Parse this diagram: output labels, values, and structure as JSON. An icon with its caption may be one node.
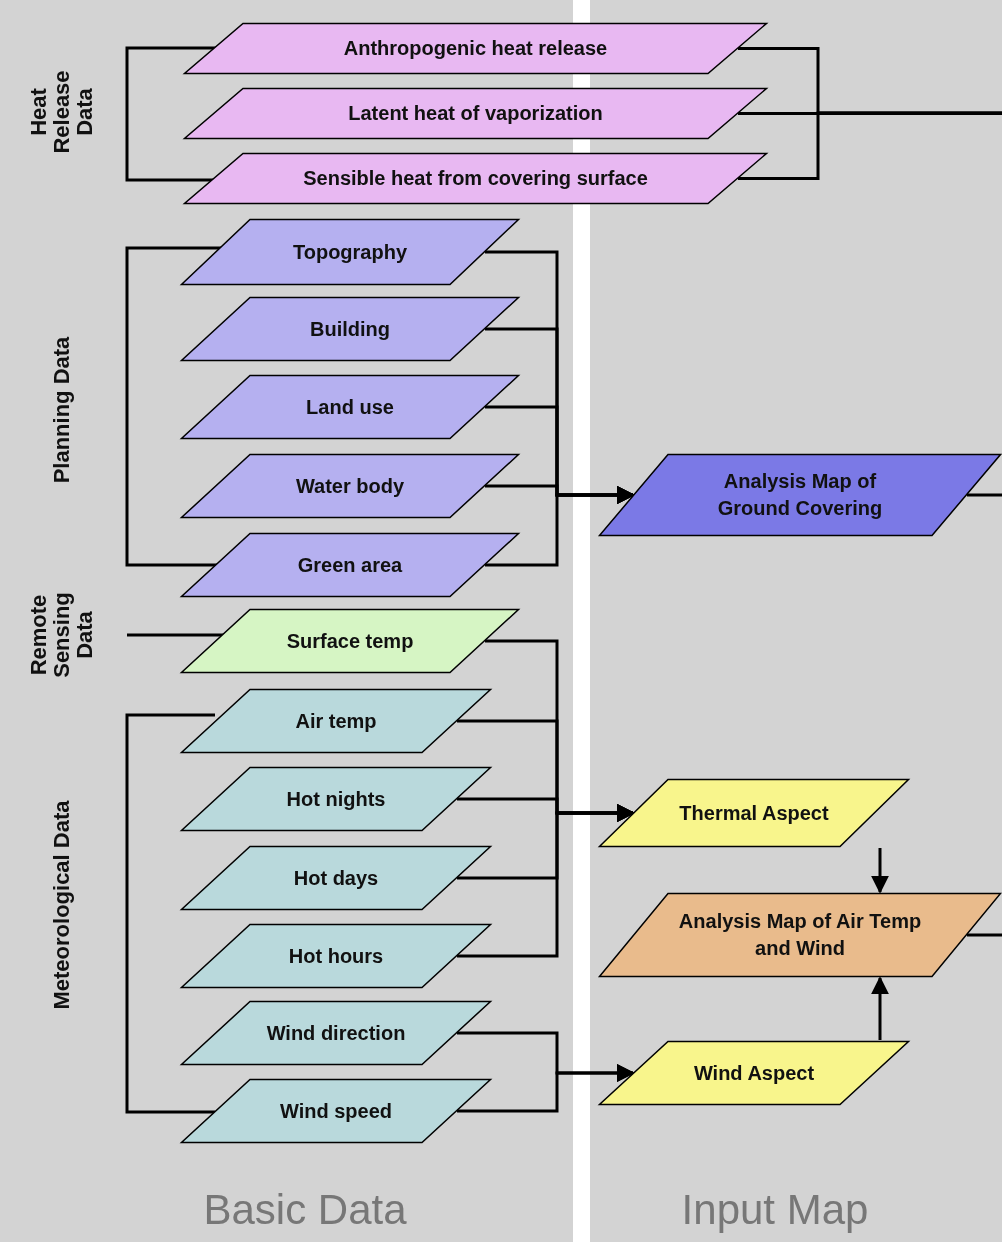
{
  "diagram": {
    "nodes": [
      {
        "text": [
          "Anthropogenic heat release"
        ]
      },
      {
        "text": [
          "Latent heat of vaporization"
        ]
      },
      {
        "text": [
          "Sensible heat from covering surface"
        ]
      },
      {
        "text": [
          "Topography"
        ]
      },
      {
        "text": [
          "Building"
        ]
      },
      {
        "text": [
          "Land use"
        ]
      },
      {
        "text": [
          "Water body"
        ]
      },
      {
        "text": [
          "Green area"
        ]
      },
      {
        "text": [
          "Surface temp"
        ]
      },
      {
        "text": [
          "Air temp"
        ]
      },
      {
        "text": [
          "Hot nights"
        ]
      },
      {
        "text": [
          "Hot days"
        ]
      },
      {
        "text": [
          "Hot hours"
        ]
      },
      {
        "text": [
          "Wind direction"
        ]
      },
      {
        "text": [
          "Wind speed"
        ]
      },
      {
        "text": [
          "Analysis Map of Ground Covering"
        ]
      },
      {
        "text": [
          "Thermal Aspect"
        ]
      },
      {
        "text": [
          "Analysis Map of Air Temp and Wind"
        ]
      },
      {
        "text": [
          "Wind Aspect"
        ]
      }
    ],
    "edges": [
      {
        "from": 0,
        "to": null,
        "arrow": "none"
      },
      {
        "from": 1,
        "to": null,
        "arrow": "none"
      },
      {
        "from": 2,
        "to": null,
        "arrow": "none"
      },
      {
        "from": 3,
        "to": 15,
        "arrow": "to"
      },
      {
        "from": 4,
        "to": 15,
        "arrow": "to"
      },
      {
        "from": 5,
        "to": 15,
        "arrow": "to"
      },
      {
        "from": 6,
        "to": 15,
        "arrow": "to"
      },
      {
        "from": 7,
        "to": 15,
        "arrow": "to"
      },
      {
        "from": 8,
        "to": 16,
        "arrow": "to"
      },
      {
        "from": 9,
        "to": 16,
        "arrow": "to"
      },
      {
        "from": 10,
        "to": 16,
        "arrow": "to"
      },
      {
        "from": 11,
        "to": 16,
        "arrow": "to"
      },
      {
        "from": 12,
        "to": 16,
        "arrow": "to"
      },
      {
        "from": 13,
        "to": 18,
        "arrow": "to"
      },
      {
        "from": 14,
        "to": 18,
        "arrow": "to"
      },
      {
        "from": 15,
        "to": null,
        "arrow": "none"
      },
      {
        "from": 16,
        "to": 17,
        "arrow": "to"
      },
      {
        "from": 18,
        "to": 17,
        "arrow": "to"
      },
      {
        "from": 17,
        "to": null,
        "arrow": "none"
      }
    ],
    "labels": [
      "Heat Release Data",
      "Planning Data",
      "Remote Sensing Data",
      "Meteorological Data",
      "Basic Data",
      "Input Map"
    ]
  }
}
